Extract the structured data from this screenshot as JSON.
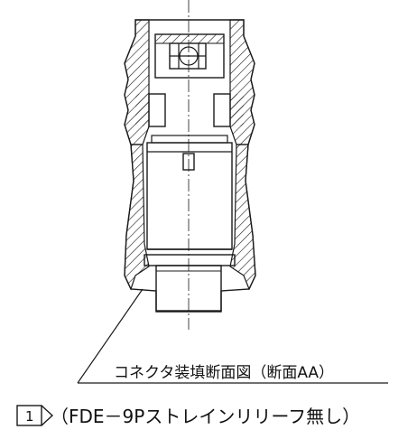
{
  "section_label": "コネクタ装填断面図（断面AA）",
  "callout": {
    "number": "1",
    "text": "（FDE－9Pストレインリリーフ無し）"
  },
  "colors": {
    "line": "#1a1a1a",
    "background": "#ffffff"
  }
}
